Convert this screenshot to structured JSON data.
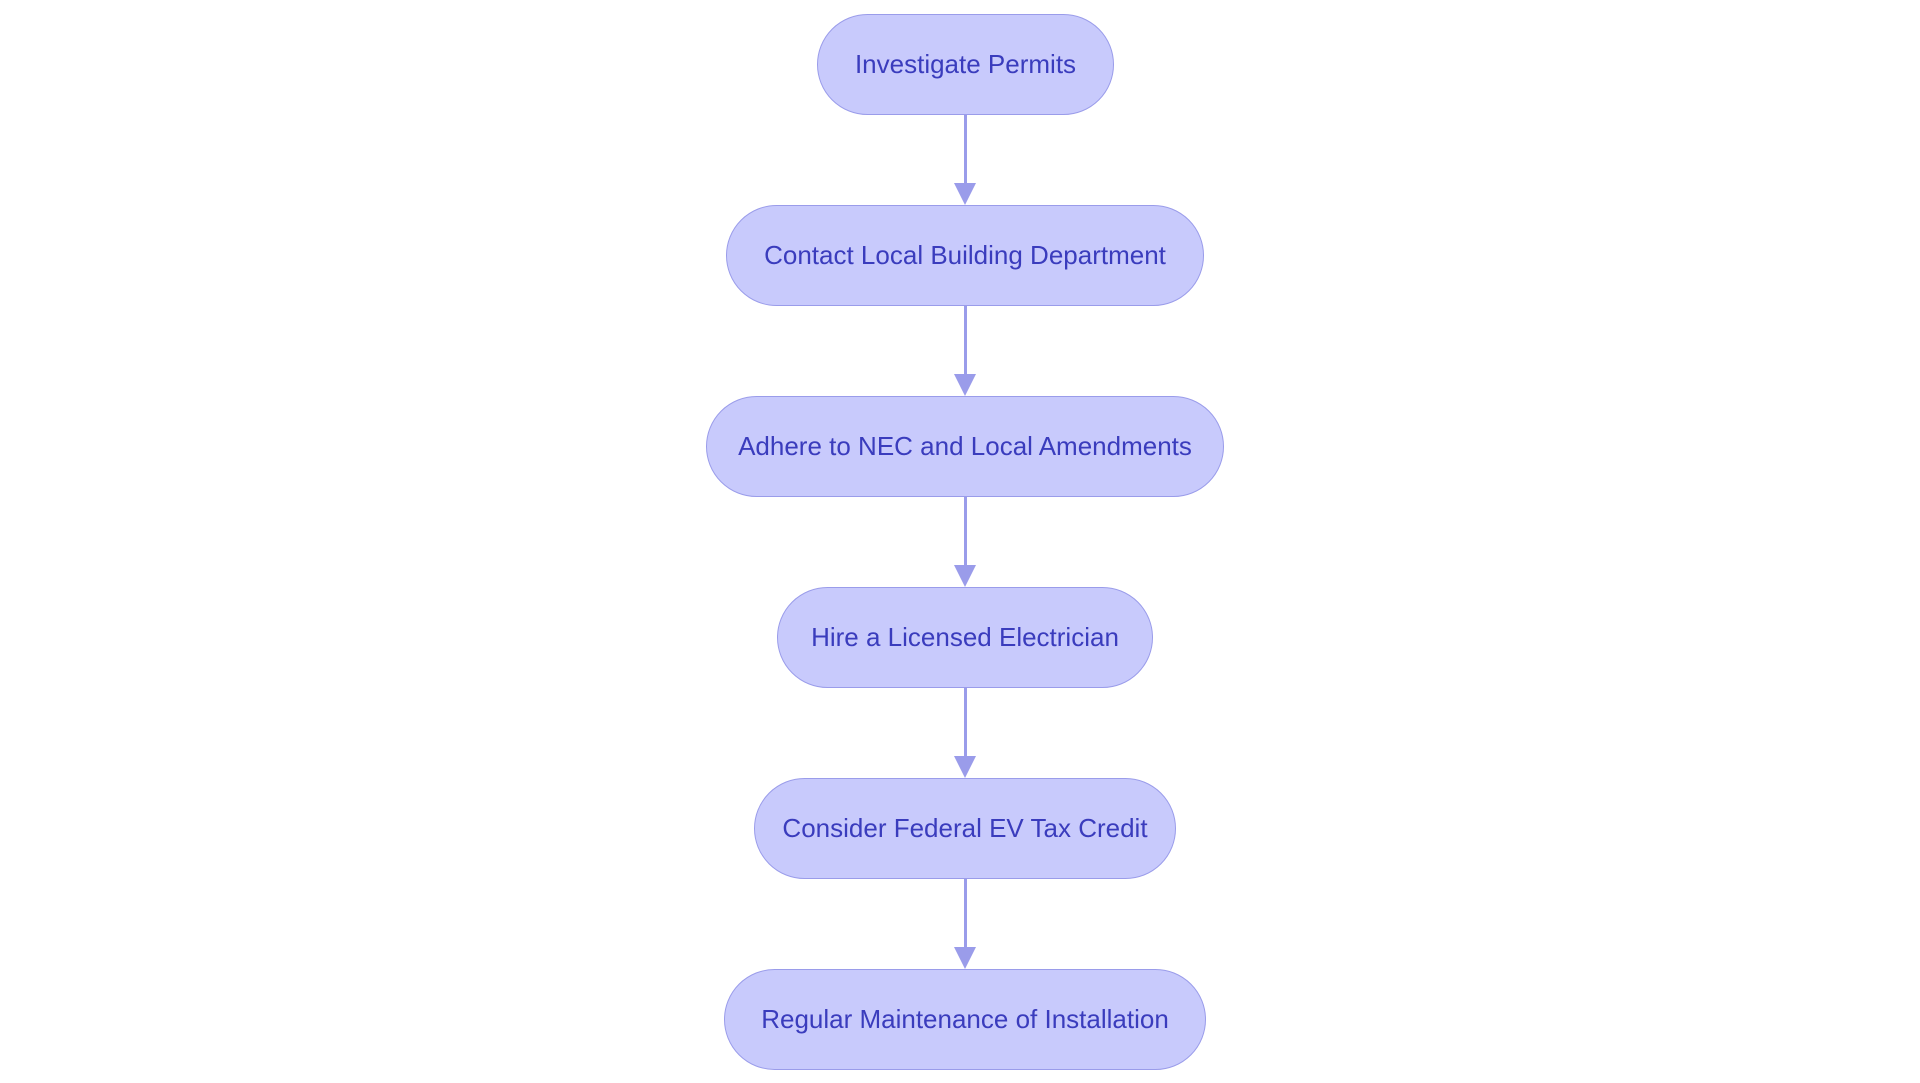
{
  "diagram": {
    "type": "vertical-flowchart",
    "colors": {
      "node_fill": "#c8cafc",
      "node_border": "#9a9cea",
      "node_text": "#3a3cbd",
      "edge": "#9a9cea",
      "background": "#ffffff"
    },
    "nodes": [
      {
        "id": "n1",
        "label": "Investigate Permits"
      },
      {
        "id": "n2",
        "label": "Contact Local Building Department"
      },
      {
        "id": "n3",
        "label": "Adhere to NEC and Local Amendments"
      },
      {
        "id": "n4",
        "label": "Hire a Licensed Electrician"
      },
      {
        "id": "n5",
        "label": "Consider Federal EV Tax Credit"
      },
      {
        "id": "n6",
        "label": "Regular Maintenance of Installation"
      }
    ],
    "edges": [
      {
        "from": "n1",
        "to": "n2"
      },
      {
        "from": "n2",
        "to": "n3"
      },
      {
        "from": "n3",
        "to": "n4"
      },
      {
        "from": "n4",
        "to": "n5"
      },
      {
        "from": "n5",
        "to": "n6"
      }
    ]
  }
}
